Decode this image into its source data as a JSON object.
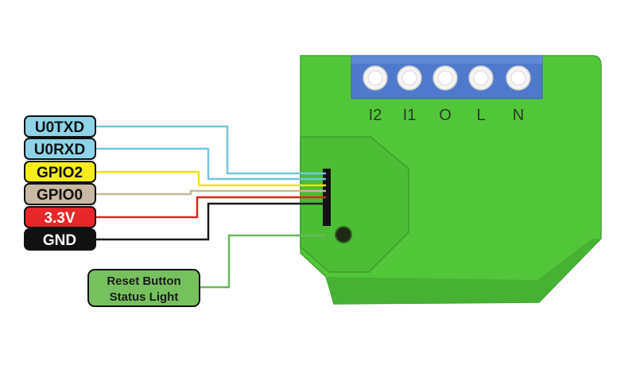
{
  "pins": [
    {
      "label": "U0TXD",
      "fill": "#8ed3e8",
      "text_color": "#111111",
      "wire_color": "#72c6e0"
    },
    {
      "label": "U0RXD",
      "fill": "#8ed3e8",
      "text_color": "#111111",
      "wire_color": "#72c6e0"
    },
    {
      "label": "GPIO2",
      "fill": "#f7ec1c",
      "text_color": "#111111",
      "wire_color": "#f2e20e"
    },
    {
      "label": "GPIO0",
      "fill": "#c9b9a4",
      "text_color": "#111111",
      "wire_color": "#c7b79f"
    },
    {
      "label": "3.3V",
      "fill": "#e8272a",
      "text_color": "#ffffff",
      "wire_color": "#e0231f"
    },
    {
      "label": "GND",
      "fill": "#111111",
      "text_color": "#ffffff",
      "wire_color": "#1a1a1a"
    }
  ],
  "terminals": [
    "I2",
    "I1",
    "O",
    "L",
    "N"
  ],
  "note": {
    "line1": "Reset Button",
    "line2": "Status Light",
    "fill": "#76c15e",
    "wire_color": "#6ab85a"
  },
  "colors": {
    "board": "#52c639",
    "board_edge": "#3fa62c",
    "terminal_block": "#4f79cc"
  }
}
